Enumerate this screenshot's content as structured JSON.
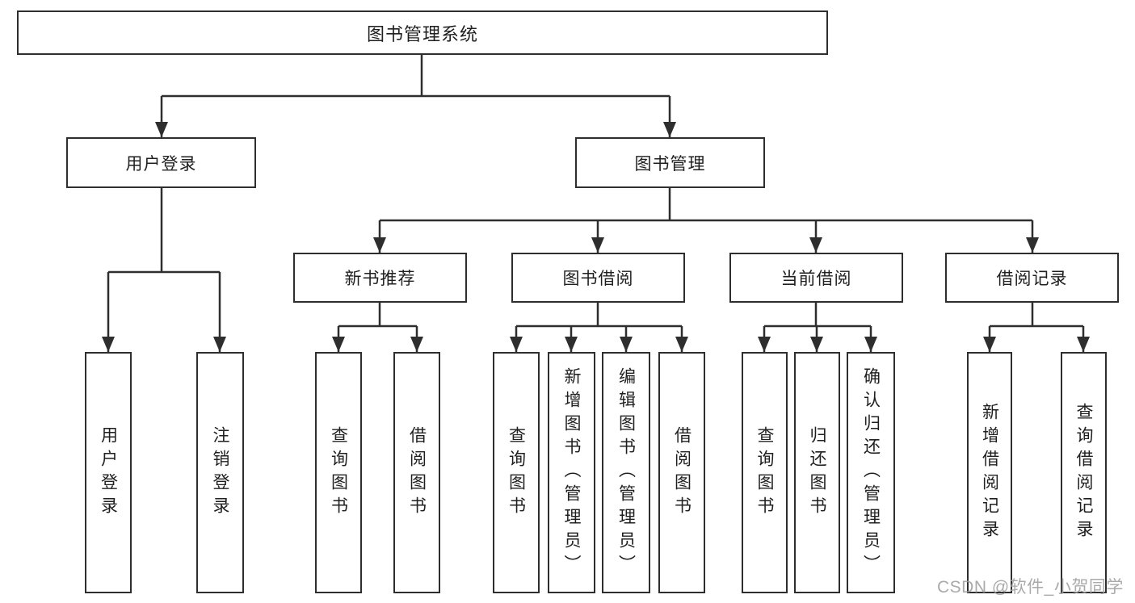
{
  "diagram": {
    "watermark": "CSDN @软件_小贺同学",
    "colors": {
      "background": "#ffffff",
      "line": "#2e2e2e",
      "box_border": "#2e2e2e",
      "text": "#1f1f1f",
      "watermark": "#9e9e9e"
    },
    "nodes": {
      "root": {
        "label": "图书管理系统"
      },
      "user_login": {
        "label": "用户登录"
      },
      "book_management": {
        "label": "图书管理"
      },
      "new_book_recommend": {
        "label": "新书推荐"
      },
      "book_borrow": {
        "label": "图书借阅"
      },
      "current_borrow": {
        "label": "当前借阅"
      },
      "borrow_record": {
        "label": "借阅记录"
      },
      "leaf_user_login": {
        "label": "用户登录"
      },
      "leaf_logout": {
        "label": "注销登录"
      },
      "leaf_nb_query": {
        "label": "查询图书"
      },
      "leaf_nb_borrow": {
        "label": "借阅图书"
      },
      "leaf_bb_query": {
        "label": "查询图书"
      },
      "leaf_bb_add": {
        "label": "新增图书（管理员）"
      },
      "leaf_bb_edit": {
        "label": "编辑图书（管理员）"
      },
      "leaf_bb_borrow": {
        "label": "借阅图书"
      },
      "leaf_cb_query": {
        "label": "查询图书"
      },
      "leaf_cb_return": {
        "label": "归还图书"
      },
      "leaf_cb_confirm": {
        "label": "确认归还（管理员）"
      },
      "leaf_br_add": {
        "label": "新增借阅记录"
      },
      "leaf_br_query": {
        "label": "查询借阅记录"
      }
    }
  }
}
